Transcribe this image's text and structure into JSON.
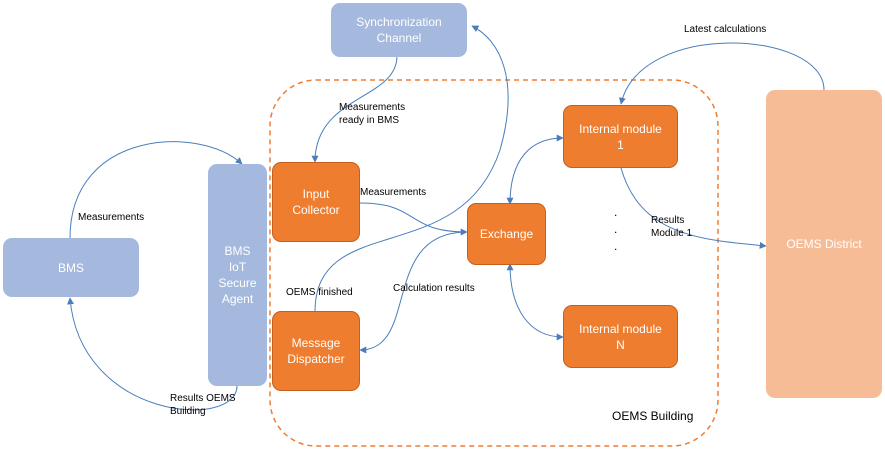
{
  "nodes": {
    "sync": "Synchronization\nChannel",
    "bms": "BMS",
    "agent": "BMS\nIoT\nSecure\nAgent",
    "input": "Input\nCollector",
    "dispatcher": "Message\nDispatcher",
    "exchange": "Exchange",
    "module1": "Internal module\n1",
    "moduleN": "Internal module\nN",
    "district": "OEMS District"
  },
  "labels": {
    "measurements_bms": "Measurements",
    "measurements_ready": "Measurements\nready in BMS",
    "measurements_input": "Measurements",
    "oems_finished": "OEMS finished",
    "calc_results": "Calculation results",
    "results_building": "Results OEMS\nBuilding",
    "results_module1": "Results\nModule 1",
    "latest_calc": "Latest calculations",
    "oems_building": "OEMS Building",
    "dots": ".\n.\n."
  },
  "colors": {
    "blue_box": "#a4b9dd",
    "orange_box": "#ee7d2f",
    "peach_box": "#f6bc96",
    "arrow": "#4a7ebb",
    "boundary": "#ee7d2f"
  }
}
